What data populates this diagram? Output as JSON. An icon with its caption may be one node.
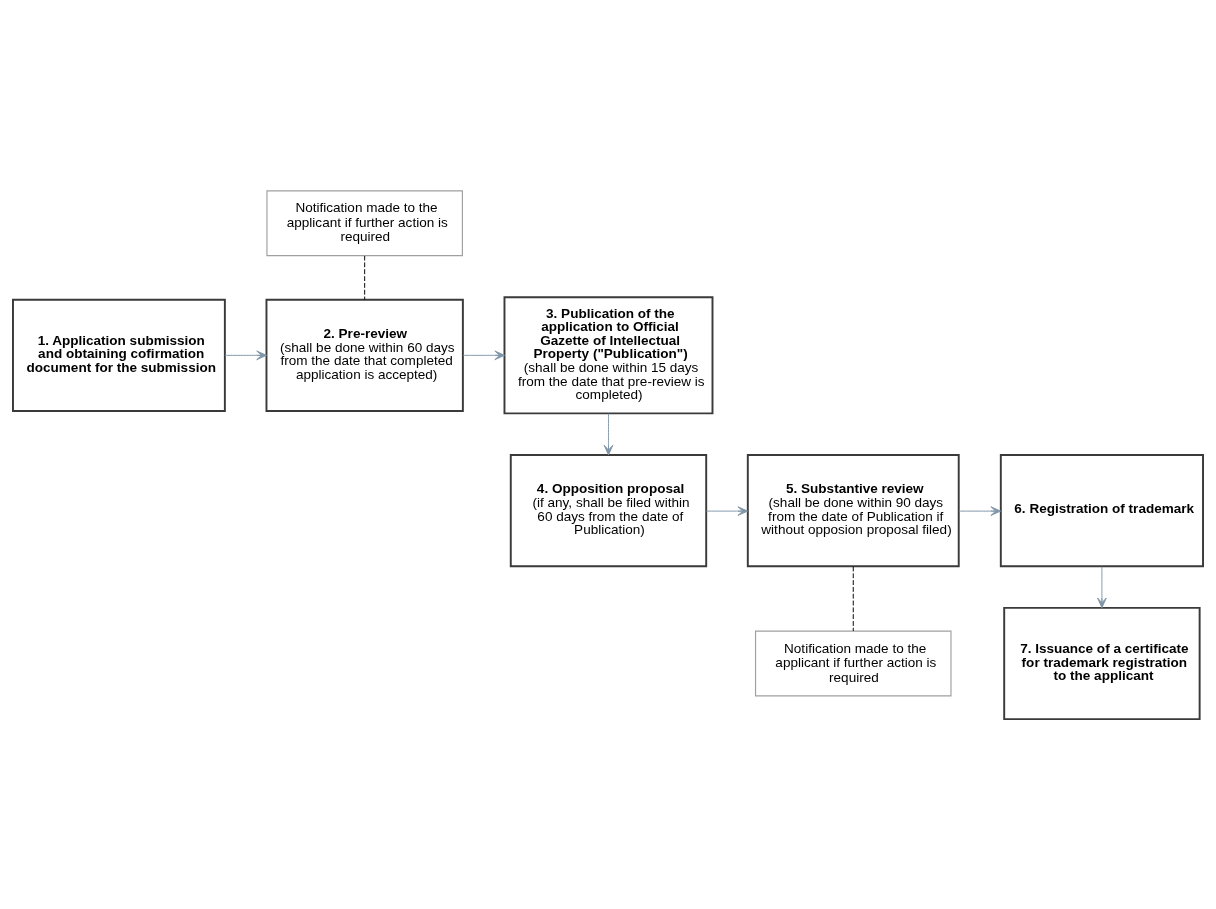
{
  "diagram": {
    "nodes": [
      {
        "text": [
          "Notification made to the applicant if further action is required"
        ]
      },
      {
        "text": [
          "1. Application submission and obtaining cofirmation document for the submission"
        ]
      },
      {
        "text": [
          "2. Pre-review",
          "(shall be done within 60 days from the date that completed application is accepted)"
        ]
      },
      {
        "text": [
          "3. Publication of the application to Official Gazette of Intellectual Property (\"Publication\")",
          "(shall be done within 15 days from the date that pre-review is completed)"
        ]
      },
      {
        "text": [
          "4. Opposition proposal",
          "(if any, shall be filed within 60 days from the date of Publication)"
        ]
      },
      {
        "text": [
          "5. Substantive review",
          "(shall be done within 90 days from the date of Publication if without opposion proposal filed)"
        ]
      },
      {
        "text": [
          "6. Registration of trademark"
        ]
      },
      {
        "text": [
          "Notification made to the applicant if further action is required"
        ]
      },
      {
        "text": [
          "7. Issuance of a certificate for trademark registration to the applicant"
        ]
      }
    ],
    "edges": [
      {
        "from": 0,
        "to": 2,
        "arrow": "none",
        "style": "dashed",
        "color": "#000000"
      },
      {
        "from": 1,
        "to": 2,
        "arrow": "to"
      },
      {
        "from": 2,
        "to": 3,
        "arrow": "to"
      },
      {
        "from": 3,
        "to": 4,
        "arrow": "to"
      },
      {
        "from": 4,
        "to": 5,
        "arrow": "to"
      },
      {
        "from": 5,
        "to": 6,
        "arrow": "to"
      },
      {
        "from": 5,
        "to": 7,
        "arrow": "none",
        "style": "dashed",
        "color": "#000000"
      },
      {
        "from": 6,
        "to": 8,
        "arrow": "to"
      }
    ]
  }
}
